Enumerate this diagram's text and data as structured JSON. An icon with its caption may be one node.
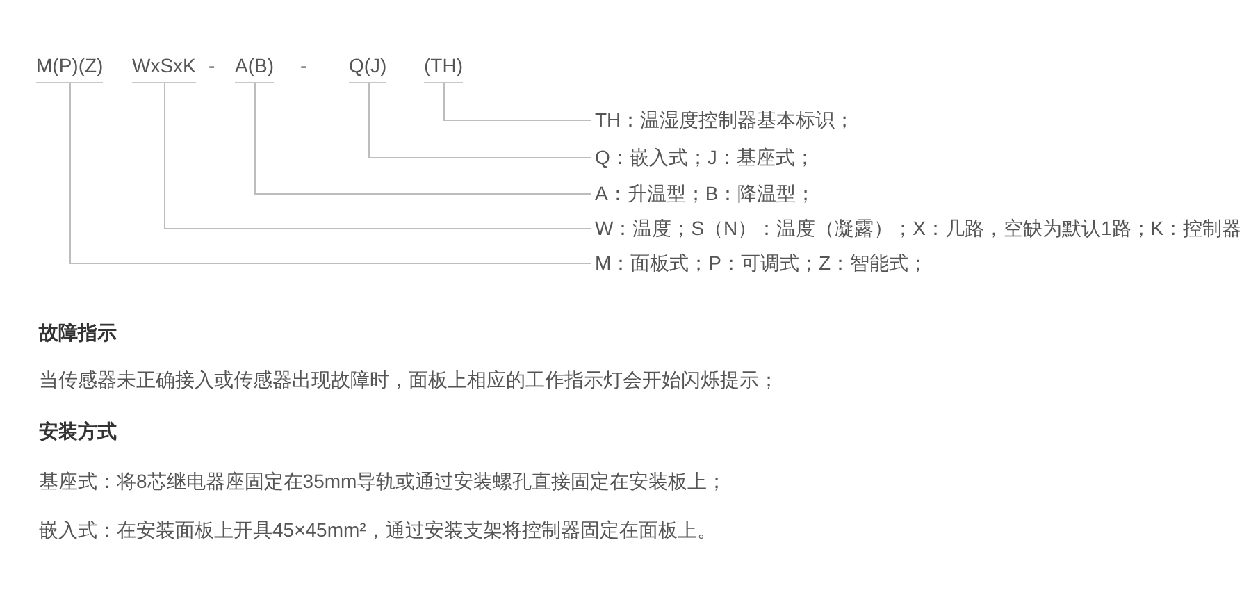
{
  "diagram": {
    "nodes": [
      {
        "text": [
          "M(P)(Z)"
        ]
      },
      {
        "text": [
          "WxSxK"
        ]
      },
      {
        "text": [
          "A(B)"
        ]
      },
      {
        "text": [
          "Q(J)"
        ]
      },
      {
        "text": [
          "(TH)"
        ]
      },
      {
        "text": [
          "TH：温湿度控制器基本标识；"
        ]
      },
      {
        "text": [
          "Q：嵌入式；J：基座式；"
        ]
      },
      {
        "text": [
          "A：升温型；B：降温型；"
        ]
      },
      {
        "text": [
          "W：温度；S（N）：温度（凝露）；X：几路，空缺为默认1路；K：控制器"
        ]
      },
      {
        "text": [
          "M：面板式；P：可调式；Z：智能式；"
        ]
      }
    ],
    "edges": [
      {
        "from": 4,
        "to": 5,
        "arrow": "none"
      },
      {
        "from": 3,
        "to": 6,
        "arrow": "none"
      },
      {
        "from": 2,
        "to": 7,
        "arrow": "none"
      },
      {
        "from": 1,
        "to": 8,
        "arrow": "none"
      },
      {
        "from": 0,
        "to": 9,
        "arrow": "none"
      }
    ],
    "labels": [
      "-",
      "-",
      "故障指示",
      "当传感器未正确接入或传感器出现故障时，面板上相应的工作指示灯会开始闪烁提示；",
      "安装方式",
      "基座式：将8芯继电器座固定在35mm导轨或通过安装螺孔直接固定在安装板上；",
      "嵌入式：在安装面板上开具45×45mm²，通过安装支架将控制器固定在面板上。"
    ]
  }
}
